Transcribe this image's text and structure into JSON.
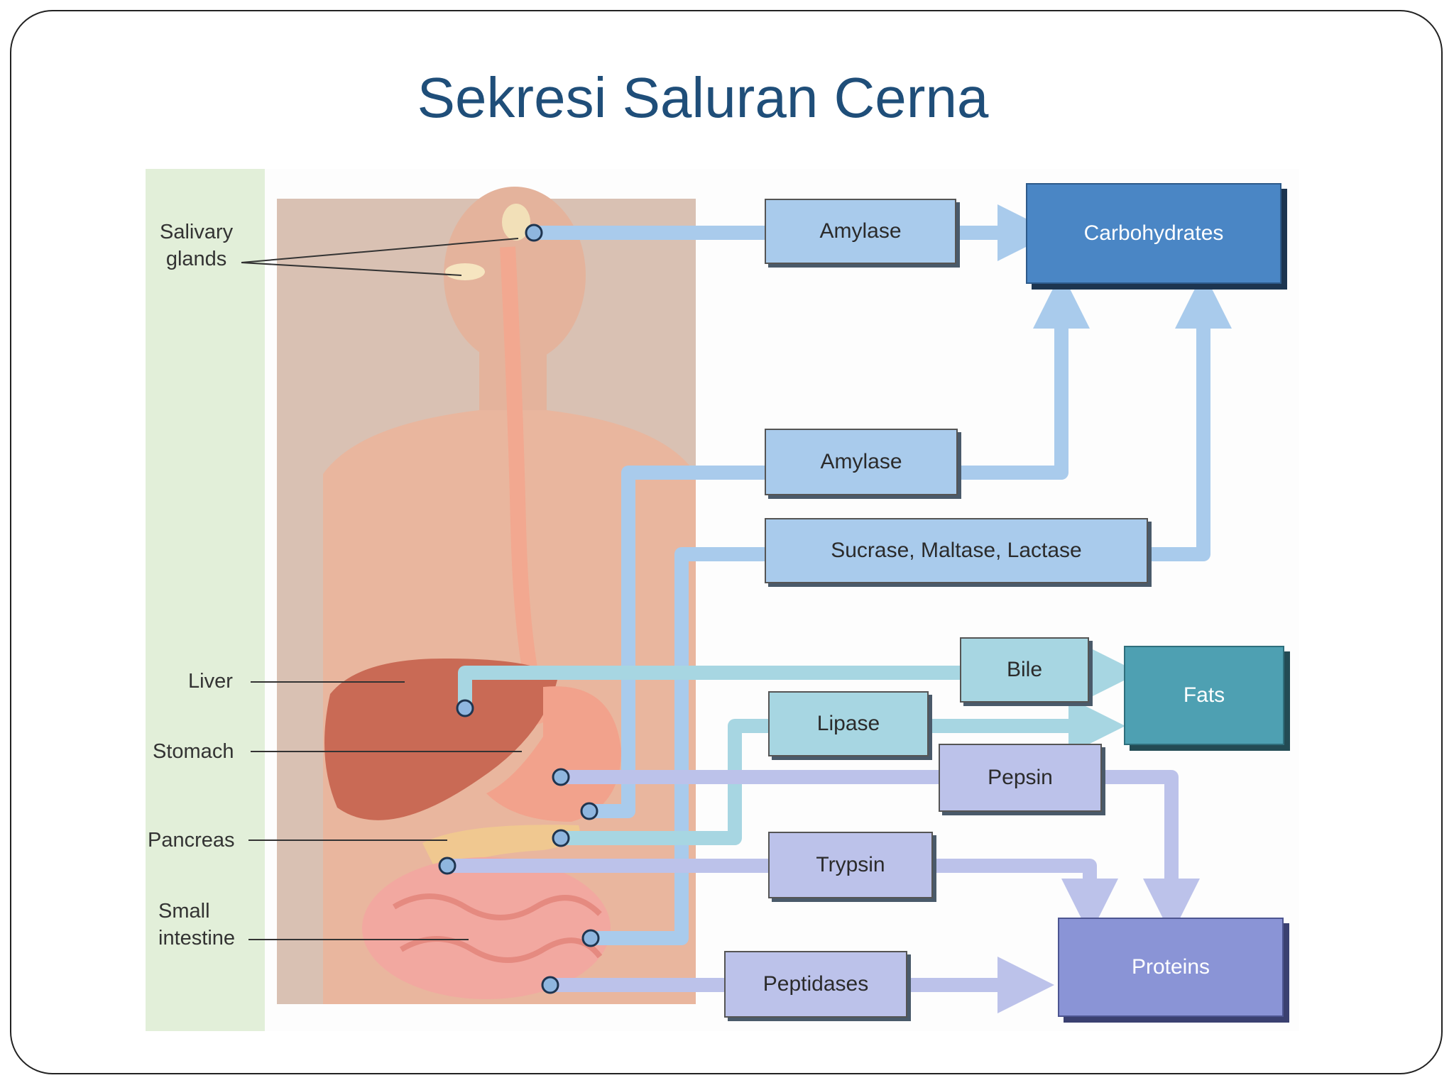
{
  "title": "Sekresi Saluran Cerna",
  "organs": {
    "salivary": "Salivary\nglands",
    "liver": "Liver",
    "stomach": "Stomach",
    "pancreas": "Pancreas",
    "small_intestine": "Small\nintestine"
  },
  "enzymes": {
    "amylase_saliva": "Amylase",
    "amylase_pancreas": "Amylase",
    "sucrase": "Sucrase, Maltase, Lactase",
    "bile": "Bile",
    "lipase": "Lipase",
    "pepsin": "Pepsin",
    "trypsin": "Trypsin",
    "peptidases": "Peptidases"
  },
  "targets": {
    "carbohydrates": "Carbohydrates",
    "fats": "Fats",
    "proteins": "Proteins"
  },
  "colors": {
    "carb_flow": "#a9cbec",
    "fat_flow": "#a7d6e2",
    "protein_flow": "#bcc2ea",
    "title": "#1f4e79"
  }
}
